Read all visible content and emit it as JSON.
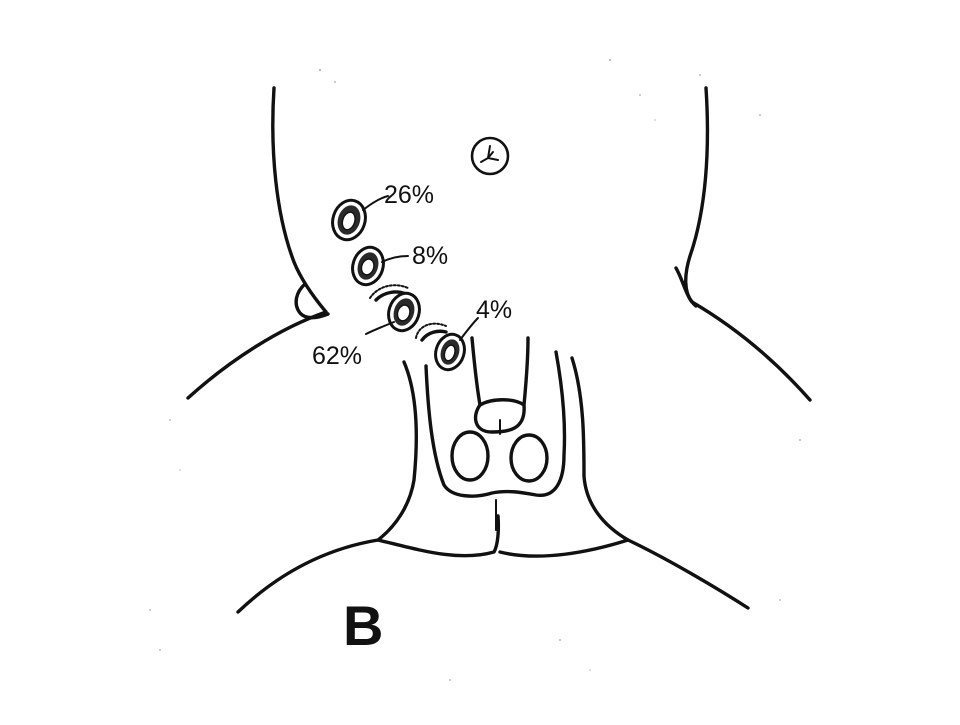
{
  "figure": {
    "panel_letter": "B",
    "sites": [
      {
        "label": "26%"
      },
      {
        "label": "8%"
      },
      {
        "label": "62%"
      },
      {
        "label": "4%"
      }
    ],
    "navel_symbol": "umbilicus-icon"
  },
  "colors": {
    "ink": "#111111",
    "paper": "#ffffff"
  }
}
